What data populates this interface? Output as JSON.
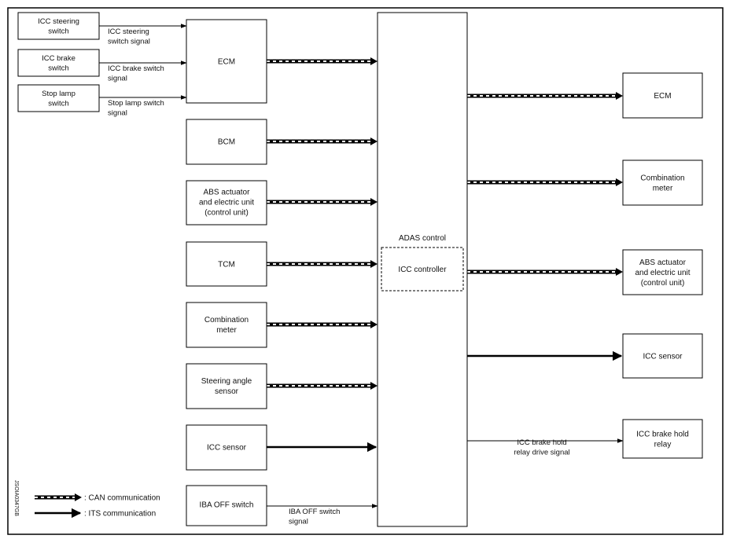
{
  "figure_id": "JSOIA0347GB",
  "center": {
    "label": "ADAS control",
    "inner_label": "ICC controller"
  },
  "switches": [
    {
      "lines": [
        "ICC steering",
        "switch"
      ],
      "signal": [
        "ICC steering",
        "switch signal"
      ]
    },
    {
      "lines": [
        "ICC brake",
        "switch"
      ],
      "signal": [
        "ICC brake switch",
        "signal"
      ]
    },
    {
      "lines": [
        "Stop lamp",
        "switch"
      ],
      "signal": [
        "Stop lamp switch",
        "signal"
      ]
    }
  ],
  "inputs": [
    {
      "lines": [
        "ECM"
      ],
      "link": "can"
    },
    {
      "lines": [
        "BCM"
      ],
      "link": "can"
    },
    {
      "lines": [
        "ABS actuator",
        "and electric unit",
        "(control unit)"
      ],
      "link": "can"
    },
    {
      "lines": [
        "TCM"
      ],
      "link": "can"
    },
    {
      "lines": [
        "Combination",
        "meter"
      ],
      "link": "can"
    },
    {
      "lines": [
        "Steering angle",
        "sensor"
      ],
      "link": "can"
    },
    {
      "lines": [
        "ICC sensor"
      ],
      "link": "its"
    },
    {
      "lines": [
        "IBA OFF switch"
      ],
      "link": "signal",
      "signal": [
        "IBA OFF switch",
        "signal"
      ]
    }
  ],
  "outputs": [
    {
      "lines": [
        "ECM"
      ],
      "link": "can"
    },
    {
      "lines": [
        "Combination",
        "meter"
      ],
      "link": "can"
    },
    {
      "lines": [
        "ABS actuator",
        "and electric unit",
        "(control unit)"
      ],
      "link": "can"
    },
    {
      "lines": [
        "ICC sensor"
      ],
      "link": "its"
    },
    {
      "lines": [
        "ICC brake hold",
        "relay"
      ],
      "link": "signal",
      "signal": [
        "ICC brake hold",
        "relay drive signal"
      ]
    }
  ],
  "legend": [
    {
      "type": "can",
      "label": ": CAN communication"
    },
    {
      "type": "its",
      "label": ": ITS communication"
    }
  ]
}
